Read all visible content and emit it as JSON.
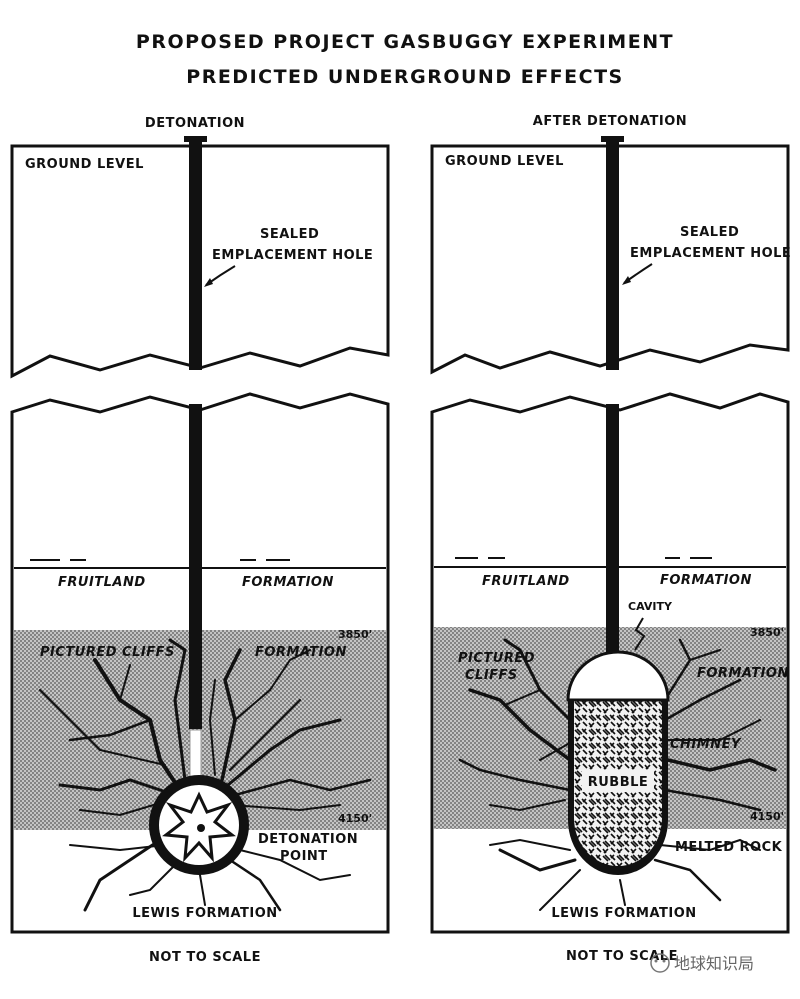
{
  "title_line1": "PROPOSED PROJECT GASBUGGY EXPERIMENT",
  "title_line2": "PREDICTED UNDERGROUND EFFECTS",
  "left_panel": {
    "header": "DETONATION",
    "ground_level": "GROUND LEVEL",
    "hole_label_1": "SEALED",
    "hole_label_2": "EMPLACEMENT HOLE",
    "fruitland": "FRUITLAND",
    "formation": "FORMATION",
    "pictured_cliffs": "PICTURED CLIFFS",
    "formation2": "FORMATION",
    "depth_top": "3850'",
    "depth_bottom": "4150'",
    "det_point_1": "DETONATION",
    "det_point_2": "POINT",
    "lewis": "LEWIS FORMATION",
    "scale_note": "NOT TO SCALE"
  },
  "right_panel": {
    "header": "AFTER DETONATION",
    "ground_level": "GROUND LEVEL",
    "hole_label_1": "SEALED",
    "hole_label_2": "EMPLACEMENT HOLE",
    "fruitland": "FRUITLAND",
    "formation": "FORMATION",
    "cavity": "CAVITY",
    "pictured_1": "PICTURED",
    "pictured_2": "CLIFFS",
    "formation2": "FORMATION",
    "depth_top": "3850'",
    "depth_bottom": "4150'",
    "chimney": "CHIMNEY",
    "rubble": "RUBBLE",
    "melted": "MELTED ROCK",
    "lewis": "LEWIS FORMATION",
    "scale_note": "NOT TO SCALE"
  },
  "watermark": "地球知识局"
}
